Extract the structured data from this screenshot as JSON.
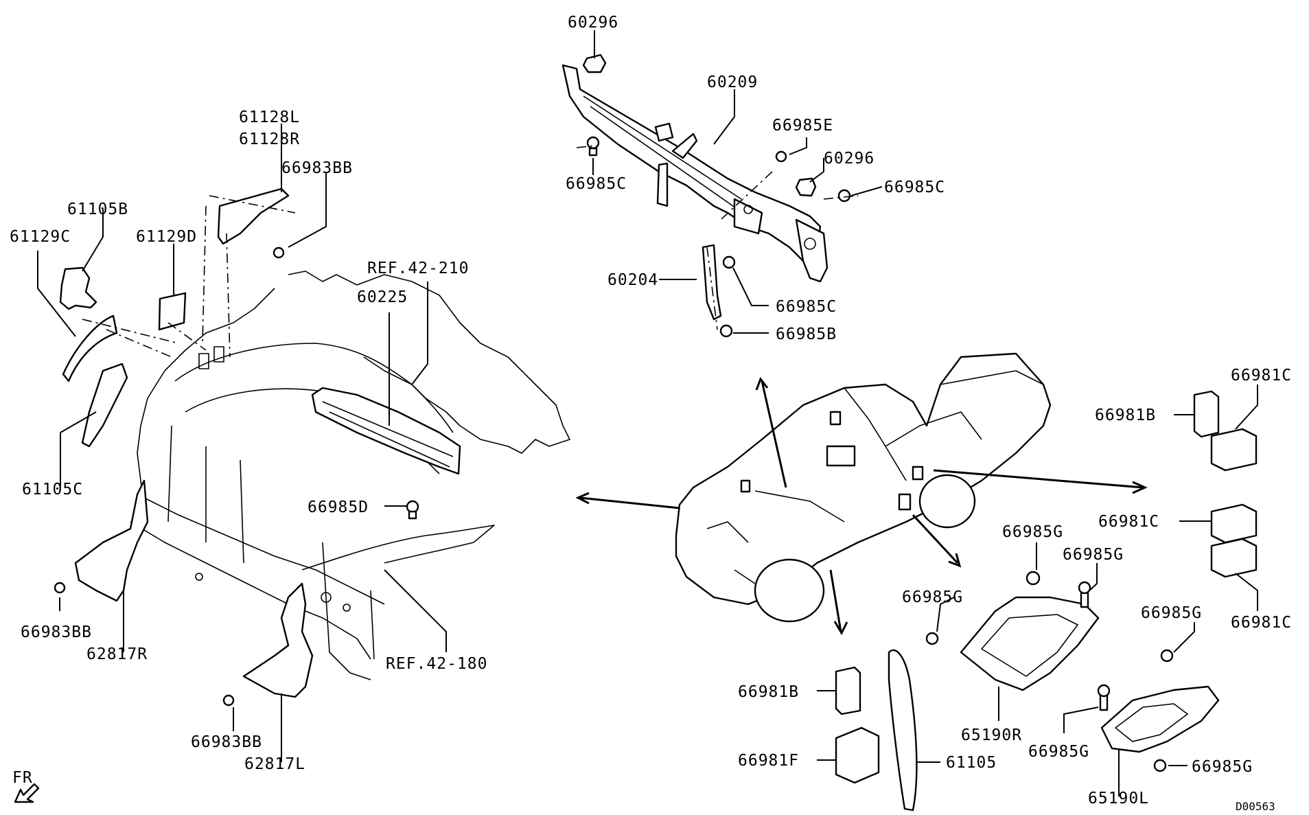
{
  "labels": {
    "p60296_top": "60296",
    "p60209": "60209",
    "p66985e": "66985E",
    "p60296_right": "60296",
    "p66985c_left": "66985C",
    "p66985c_right": "66985C",
    "p60204": "60204",
    "p66985c_bottom": "66985C",
    "p66985b": "66985B",
    "p61128l": "61128L",
    "p61128r": "61128R",
    "p66983bb_top": "66983BB",
    "p61105b": "61105B",
    "p61129c": "61129C",
    "p61129d": "61129D",
    "ref42_210": "REF.42-210",
    "p60225": "60225",
    "p61105c": "61105C",
    "p66985d": "66985D",
    "p66983bb_left": "66983BB",
    "p62817r": "62817R",
    "ref42_180": "REF.42-180",
    "p66983bb_bottom": "66983BB",
    "p62817l": "62817L",
    "fr": "FR",
    "p66981c_top": "66981C",
    "p66981b_right": "66981B",
    "p66981c_mid": "66981C",
    "p66981c_bottom": "66981C",
    "p66985g_1": "66985G",
    "p66985g_2": "66985G",
    "p66985g_3": "66985G",
    "p66985g_4": "66985G",
    "p66985g_5": "66985G",
    "p66985g_6": "66985G",
    "p65190r": "65190R",
    "p65190l": "65190L",
    "p66981b_bottom": "66981B",
    "p66981f": "66981F",
    "p61105": "61105",
    "code": "D00563"
  }
}
